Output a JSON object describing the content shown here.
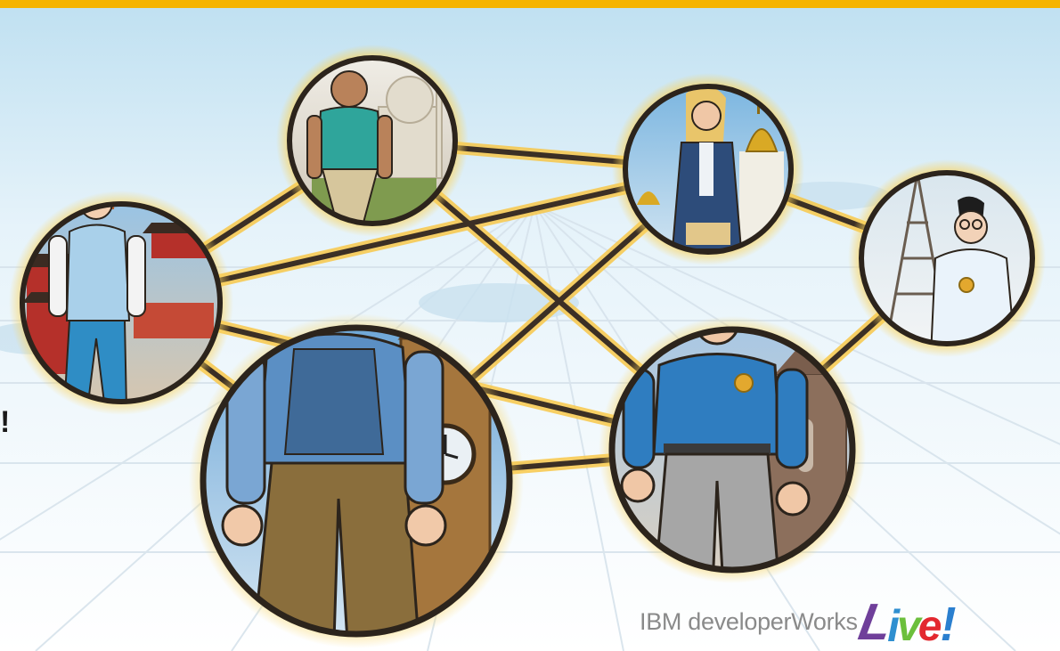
{
  "brand": {
    "company": "IBM developerWorks",
    "logo_letters": [
      "L",
      "i",
      "v",
      "e",
      "!"
    ],
    "logo_colors": [
      "#6f3f9a",
      "#2f8fd0",
      "#6cbf3c",
      "#e3282f",
      "#2a7fcf"
    ]
  },
  "edge_text": "!",
  "colors": {
    "top_bar": "#f5b400",
    "sky_top": "#cfe7f4",
    "sky_bottom": "#ffffff",
    "link": "#3a3026",
    "glow": "#f8c23a",
    "ring": "#2c241c"
  },
  "people": [
    {
      "name": "person-india",
      "landmark": "taj-mahal-icon"
    },
    {
      "name": "person-russia",
      "landmark": "onion-domes-icon"
    },
    {
      "name": "person-paris",
      "landmark": "eiffel-tower-icon"
    },
    {
      "name": "person-japan",
      "landmark": "pagoda-icon"
    },
    {
      "name": "person-london",
      "landmark": "big-ben-icon"
    },
    {
      "name": "person-italy",
      "landmark": "cathedral-icon"
    }
  ]
}
